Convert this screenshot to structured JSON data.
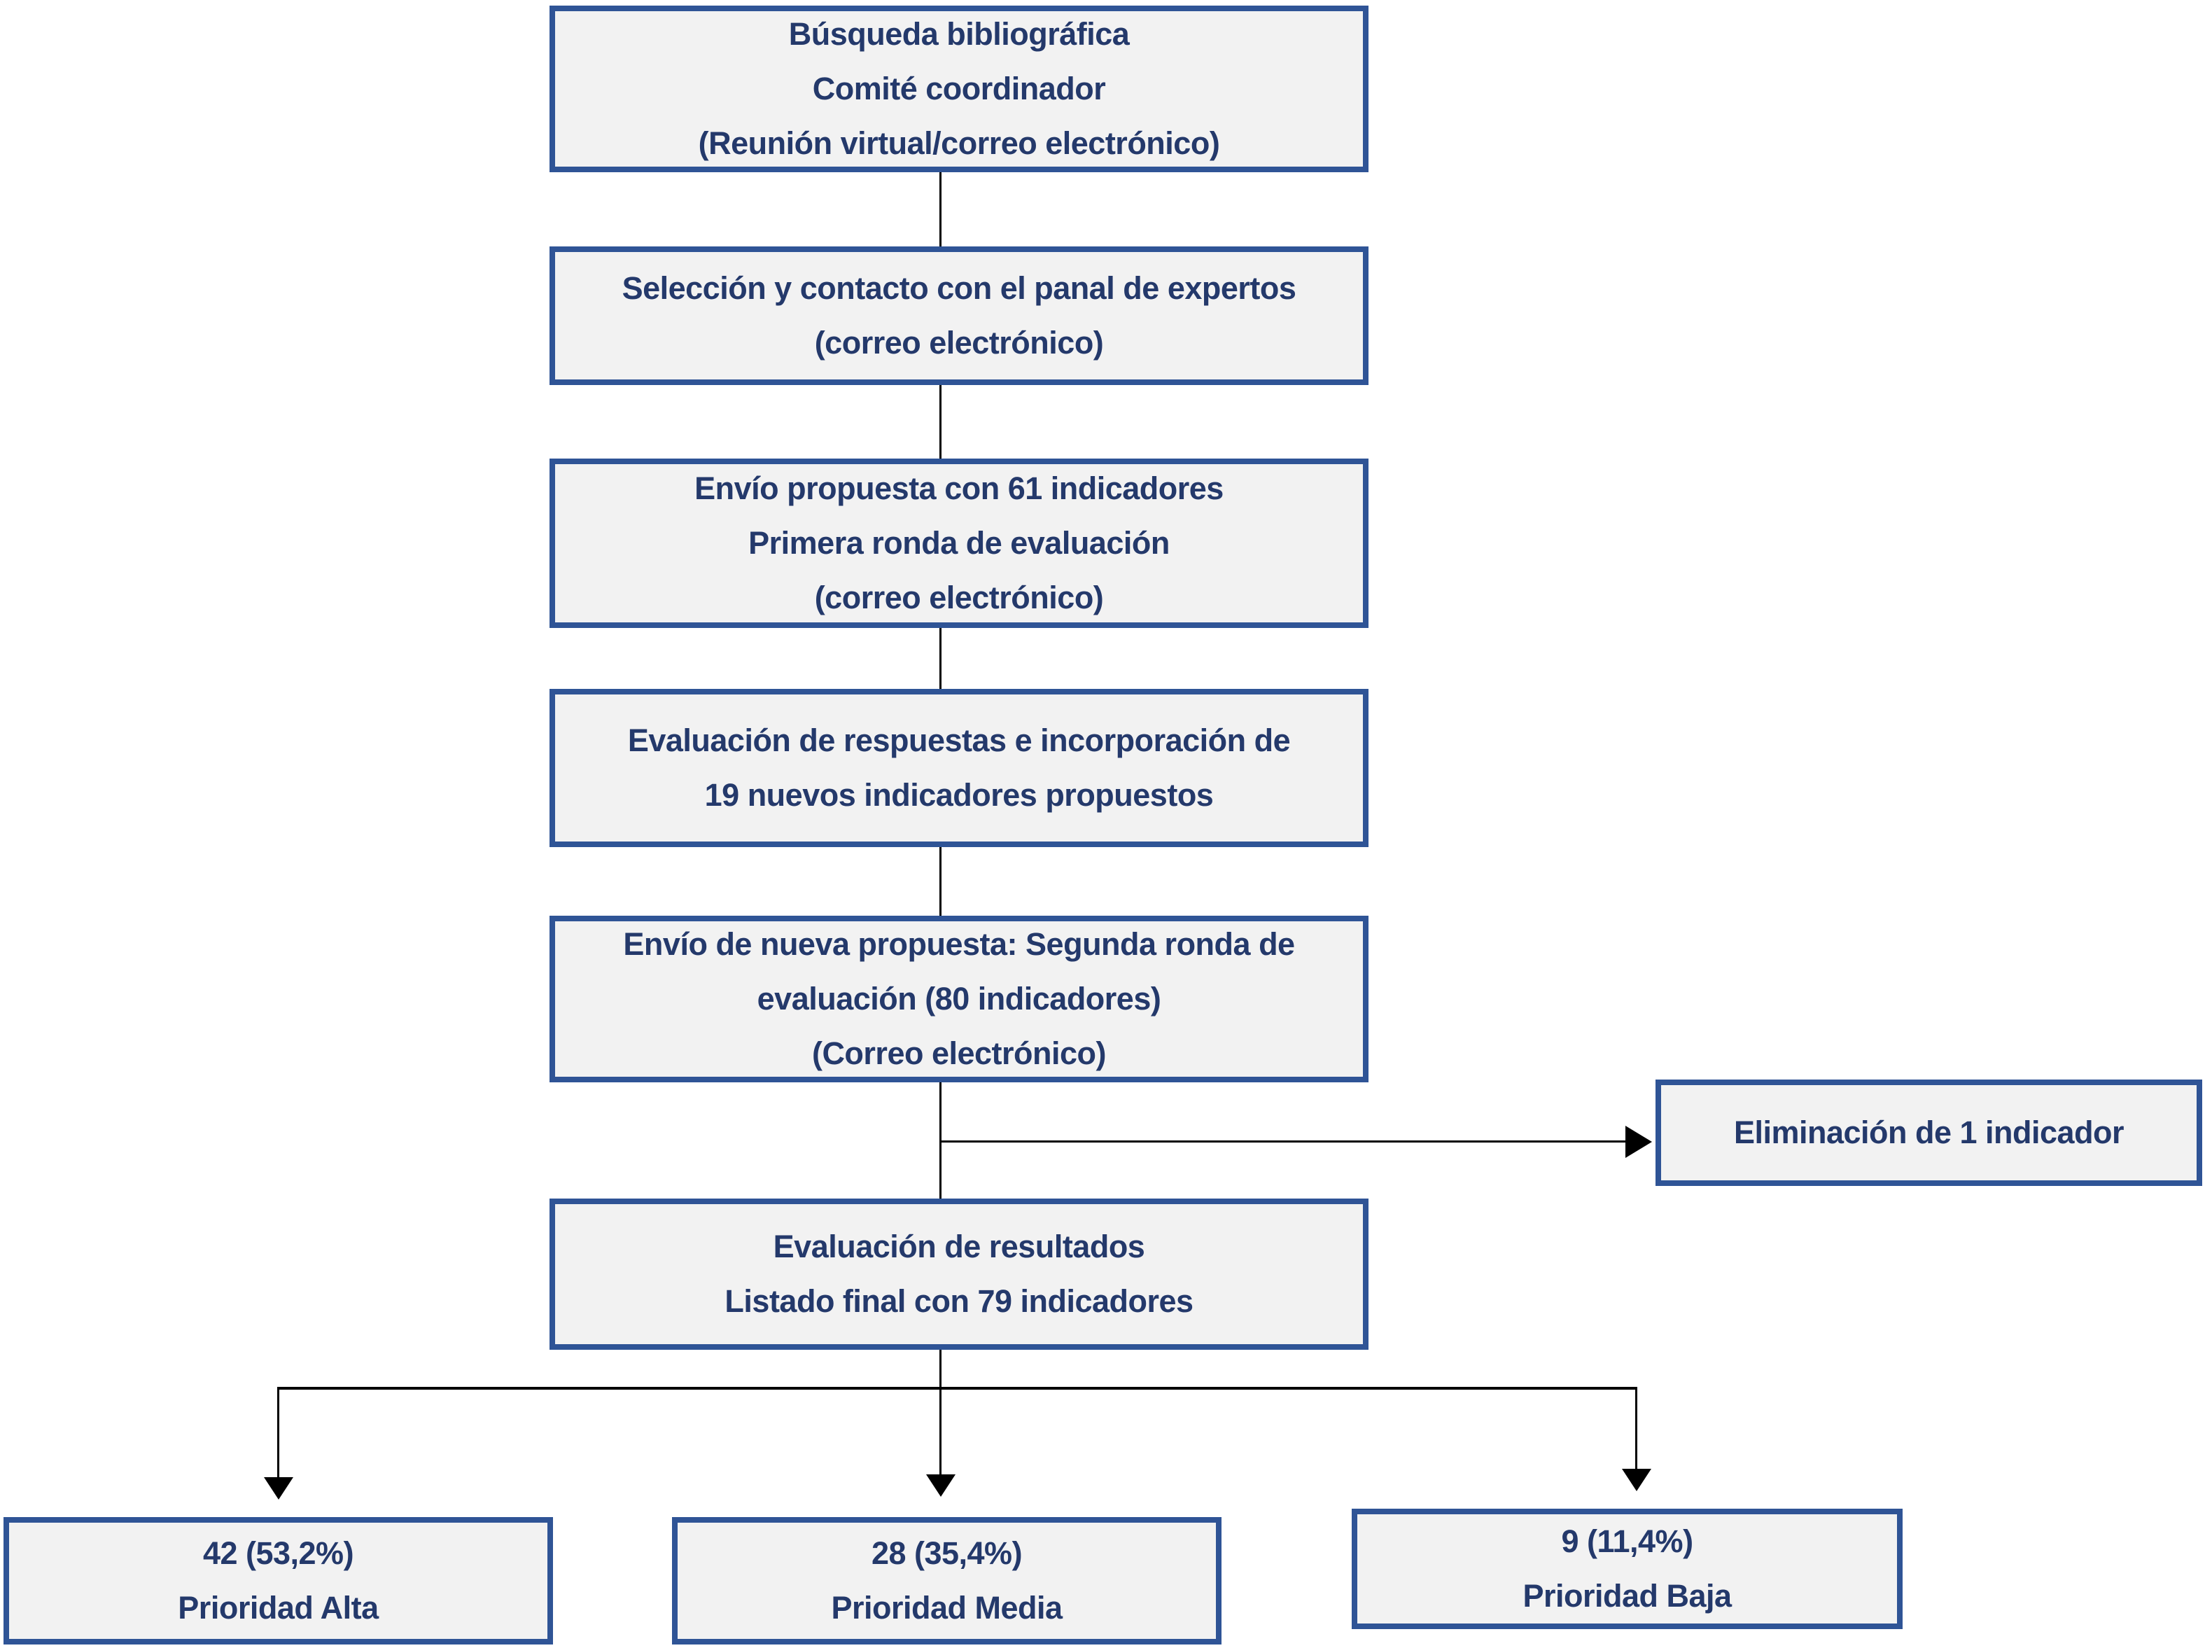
{
  "diagram": {
    "title_semantic": "Delphi consensus flowchart",
    "colors": {
      "node_border": "#2F5496",
      "node_fill": "#F2F2F2",
      "node_text": "#24396B",
      "connector": "#000000"
    },
    "nodes": {
      "busqueda": {
        "lines": [
          "Búsqueda bibliográfica",
          "Comité coordinador",
          "(Reunión virtual/correo electrónico)"
        ]
      },
      "seleccion": {
        "lines": [
          "Selección y contacto con el panal de expertos",
          "(correo electrónico)"
        ]
      },
      "primera_ronda": {
        "lines": [
          "Envío propuesta con 61 indicadores",
          "Primera ronda de evaluación",
          "(correo electrónico)"
        ]
      },
      "evaluacion_respuestas": {
        "lines": [
          "Evaluación de respuestas e incorporación de",
          "19 nuevos indicadores propuestos"
        ]
      },
      "segunda_ronda": {
        "lines": [
          "Envío de nueva propuesta: Segunda ronda de",
          "evaluación (80 indicadores)",
          "(Correo electrónico)"
        ]
      },
      "eliminacion": {
        "lines": [
          "Eliminación de 1 indicador"
        ]
      },
      "evaluacion_resultados": {
        "lines": [
          "Evaluación de resultados",
          "Listado final con 79 indicadores"
        ]
      },
      "prioridad_alta": {
        "lines": [
          "42 (53,2%)",
          "Prioridad Alta"
        ]
      },
      "prioridad_media": {
        "lines": [
          "28 (35,4%)",
          "Prioridad Media"
        ]
      },
      "prioridad_baja": {
        "lines": [
          "9 (11,4%)",
          "Prioridad Baja"
        ]
      }
    }
  }
}
